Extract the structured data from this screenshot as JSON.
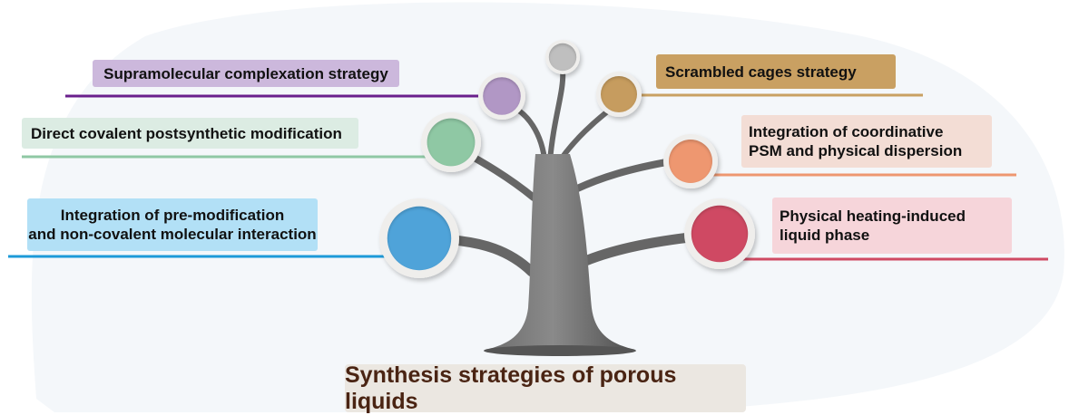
{
  "title": "Synthesis strategies of porous liquids",
  "colors": {
    "background_blob": "#f4f7fa",
    "trunk": "#7a7a7a",
    "trunk_dark": "#555555",
    "ring": "#efeeec",
    "title_box": "#ebe7e1",
    "title_text": "#4a2413"
  },
  "strategies": [
    {
      "id": "supramolecular",
      "lines": [
        "Supramolecular complexation strategy"
      ],
      "node_color": "#b197c5",
      "box_color": "#ccb8dc",
      "line_color": "#6a1f8c",
      "side": "left"
    },
    {
      "id": "direct-covalent",
      "lines": [
        "Direct covalent postsynthetic modification"
      ],
      "node_color": "#8fc8a4",
      "box_color": "#dcece3",
      "line_color": "#8fc8a4",
      "side": "left"
    },
    {
      "id": "pre-modification",
      "lines": [
        "Integration of pre-modification",
        "and non-covalent molecular interaction"
      ],
      "node_color": "#4fa3d9",
      "box_color": "#b2e0f6",
      "line_color": "#1d9ad8",
      "side": "left"
    },
    {
      "id": "top",
      "lines": [],
      "node_color": "#bfbfbf",
      "side": "top"
    },
    {
      "id": "scrambled-cages",
      "lines": [
        "Scrambled cages strategy"
      ],
      "node_color": "#c69c5e",
      "box_color": "#c9a062",
      "line_color": "#c9a062",
      "side": "right"
    },
    {
      "id": "coordinative-psm",
      "lines": [
        "Integration of coordinative",
        "PSM and physical dispersion"
      ],
      "node_color": "#ee9770",
      "box_color": "#f3ddd5",
      "line_color": "#ee9770",
      "side": "right"
    },
    {
      "id": "physical-heating",
      "lines": [
        "Physical heating-induced",
        "liquid phase"
      ],
      "node_color": "#cf4a63",
      "box_color": "#f6d5da",
      "line_color": "#cf4a63",
      "side": "right"
    }
  ]
}
